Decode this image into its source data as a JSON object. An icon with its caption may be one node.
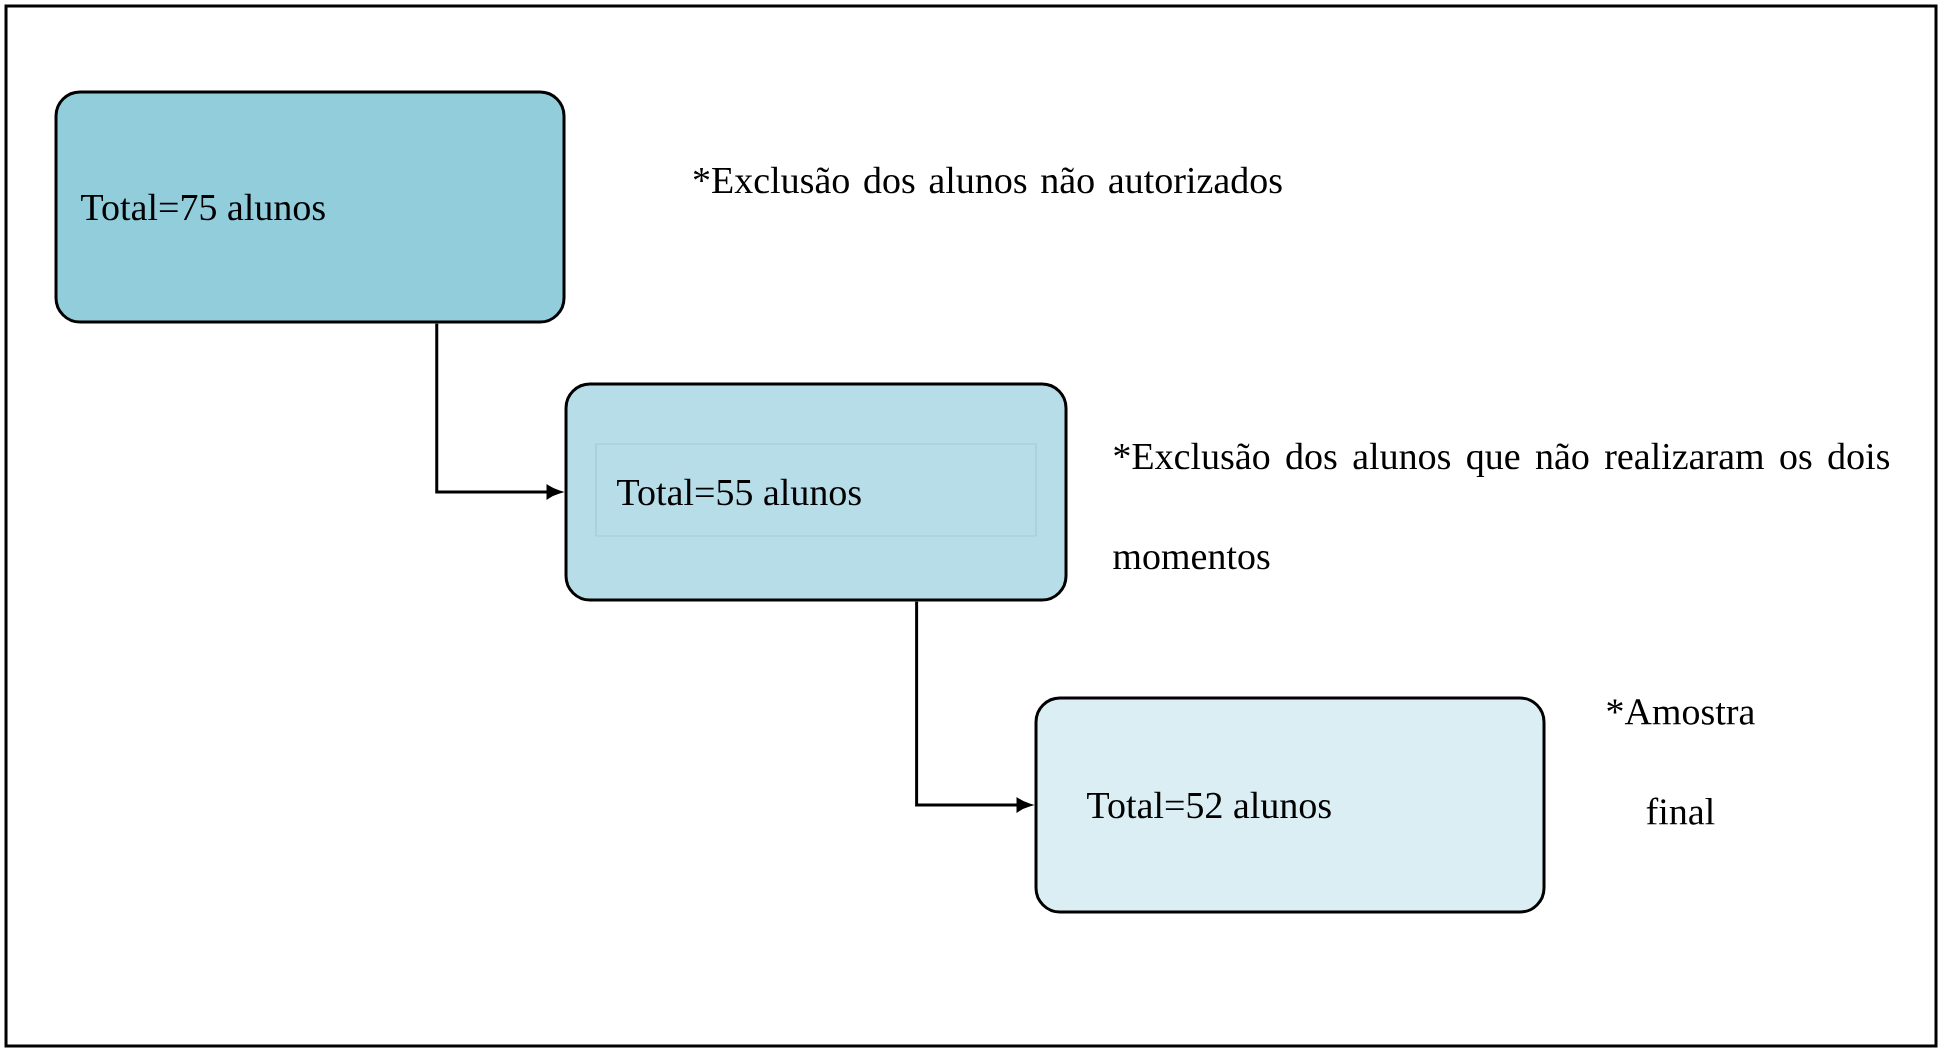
{
  "diagram": {
    "nodes": [
      {
        "text": [
          "Total=75 alunos"
        ],
        "beside": [
          "*Exclusão dos alunos não autorizados"
        ]
      },
      {
        "text": [
          "Total=55 alunos"
        ],
        "beside": [
          "*Exclusão dos alunos que não realizaram os dois momentos"
        ]
      },
      {
        "text": [
          "Total=52 alunos"
        ],
        "beside": [
          "*Amostra final"
        ]
      }
    ],
    "edges": [
      {
        "from": 0,
        "to": 1,
        "arrow": "to"
      },
      {
        "from": 1,
        "to": 2,
        "arrow": "to"
      }
    ]
  }
}
